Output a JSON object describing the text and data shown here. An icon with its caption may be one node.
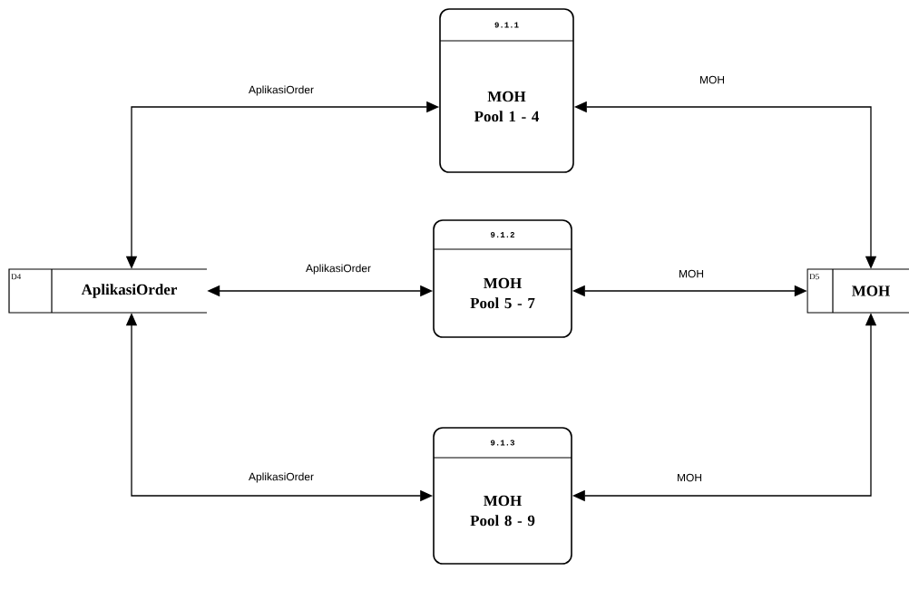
{
  "diagram": {
    "nodes": [
      {
        "text": [
          "D4",
          "AplikasiOrder"
        ]
      },
      {
        "text": [
          "D5",
          "MOH"
        ]
      },
      {
        "text": [
          "9.1.1",
          "MOH Pool 1 - 4"
        ]
      },
      {
        "text": [
          "9.1.2",
          "MOH Pool 5 - 7"
        ]
      },
      {
        "text": [
          "9.1.3",
          "MOH Pool 8 - 9"
        ]
      }
    ],
    "edges": [
      {
        "from": 0,
        "to": 2,
        "arrow": "both",
        "label": "AplikasiOrder"
      },
      {
        "from": 0,
        "to": 3,
        "arrow": "both",
        "label": "AplikasiOrder"
      },
      {
        "from": 0,
        "to": 4,
        "arrow": "both",
        "label": "AplikasiOrder"
      },
      {
        "from": 2,
        "to": 1,
        "arrow": "both",
        "label": "MOH"
      },
      {
        "from": 3,
        "to": 1,
        "arrow": "both",
        "label": "MOH"
      },
      {
        "from": 4,
        "to": 1,
        "arrow": "both",
        "label": "MOH"
      }
    ]
  }
}
